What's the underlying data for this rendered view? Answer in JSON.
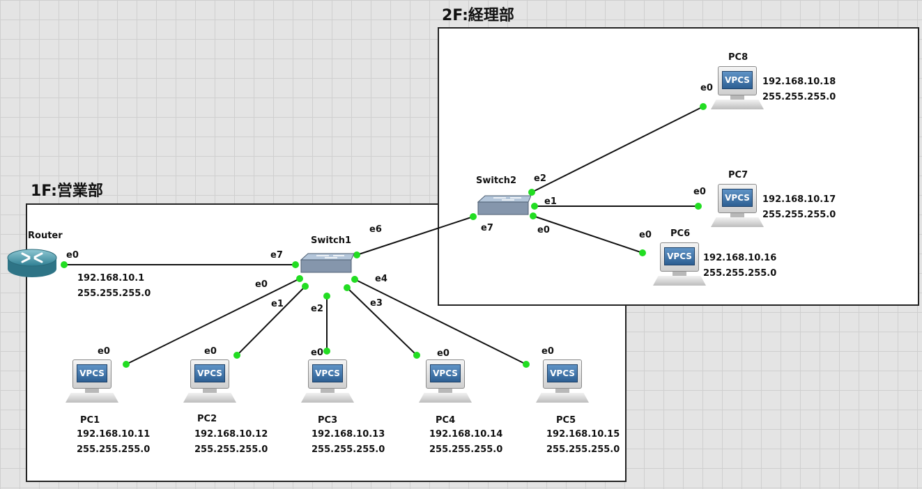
{
  "areas": {
    "floor1": {
      "title": "1F:営業部"
    },
    "floor2": {
      "title": "2F:経理部"
    }
  },
  "devices": {
    "router": {
      "name": "Router",
      "ip": "192.168.10.1",
      "mask": "255.255.255.0"
    },
    "switch1": {
      "name": "Switch1"
    },
    "switch2": {
      "name": "Switch2"
    },
    "pcs": [
      {
        "name": "PC1",
        "ip": "192.168.10.11",
        "mask": "255.255.255.0",
        "screen": "VPCS"
      },
      {
        "name": "PC2",
        "ip": "192.168.10.12",
        "mask": "255.255.255.0",
        "screen": "VPCS"
      },
      {
        "name": "PC3",
        "ip": "192.168.10.13",
        "mask": "255.255.255.0",
        "screen": "VPCS"
      },
      {
        "name": "PC4",
        "ip": "192.168.10.14",
        "mask": "255.255.255.0",
        "screen": "VPCS"
      },
      {
        "name": "PC5",
        "ip": "192.168.10.15",
        "mask": "255.255.255.0",
        "screen": "VPCS"
      },
      {
        "name": "PC6",
        "ip": "192.168.10.16",
        "mask": "255.255.255.0",
        "screen": "VPCS"
      },
      {
        "name": "PC7",
        "ip": "192.168.10.17",
        "mask": "255.255.255.0",
        "screen": "VPCS"
      },
      {
        "name": "PC8",
        "ip": "192.168.10.18",
        "mask": "255.255.255.0",
        "screen": "VPCS"
      }
    ]
  },
  "ports": {
    "router_e0": "e0",
    "sw1_e7": "e7",
    "sw1_e6": "e6",
    "sw1_e0": "e0",
    "sw1_e1": "e1",
    "sw1_e2": "e2",
    "sw1_e3": "e3",
    "sw1_e4": "e4",
    "sw2_e7": "e7",
    "sw2_e2": "e2",
    "sw2_e1": "e1",
    "sw2_e0": "e0",
    "pc1_e0": "e0",
    "pc2_e0": "e0",
    "pc3_e0": "e0",
    "pc4_e0": "e0",
    "pc5_e0": "e0",
    "pc6_e0": "e0",
    "pc7_e0": "e0",
    "pc8_e0": "e0"
  },
  "colors": {
    "link": "#111111",
    "port_up": "#22dd22",
    "area_border": "#222222",
    "canvas_grid": "#cfcfcf"
  }
}
